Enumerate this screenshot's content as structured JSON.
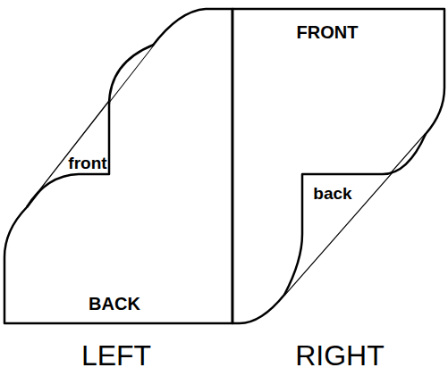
{
  "diagram": {
    "labels": [
      "front",
      "BACK",
      "FRONT",
      "back",
      "LEFT",
      "RIGHT"
    ]
  }
}
